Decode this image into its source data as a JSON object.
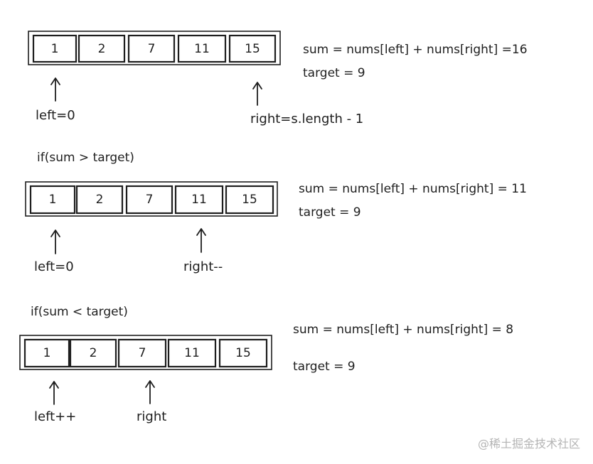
{
  "watermark": "@稀土掘金技术社区",
  "rows": [
    {
      "values": [
        "1",
        "2",
        "7",
        "11",
        "15"
      ],
      "condition": "",
      "formula": "sum = nums[left] + nums[right] =16",
      "target": "target = 9",
      "pointers": [
        {
          "label": "left=0",
          "index": 0
        },
        {
          "label": "right=s.length - 1",
          "index": 4
        }
      ]
    },
    {
      "values": [
        "1",
        "2",
        "7",
        "11",
        "15"
      ],
      "condition": "if(sum > target)",
      "formula": "sum = nums[left] + nums[right] = 11",
      "target": "target = 9",
      "pointers": [
        {
          "label": "left=0",
          "index": 0
        },
        {
          "label": "right--",
          "index": 3
        }
      ]
    },
    {
      "values": [
        "1",
        "2",
        "7",
        "11",
        "15"
      ],
      "condition": "if(sum < target)",
      "formula": "sum = nums[left] + nums[right] = 8",
      "target": "target = 9",
      "pointers": [
        {
          "label": "left++",
          "index": 0
        },
        {
          "label": "right",
          "index": 2
        }
      ]
    }
  ]
}
